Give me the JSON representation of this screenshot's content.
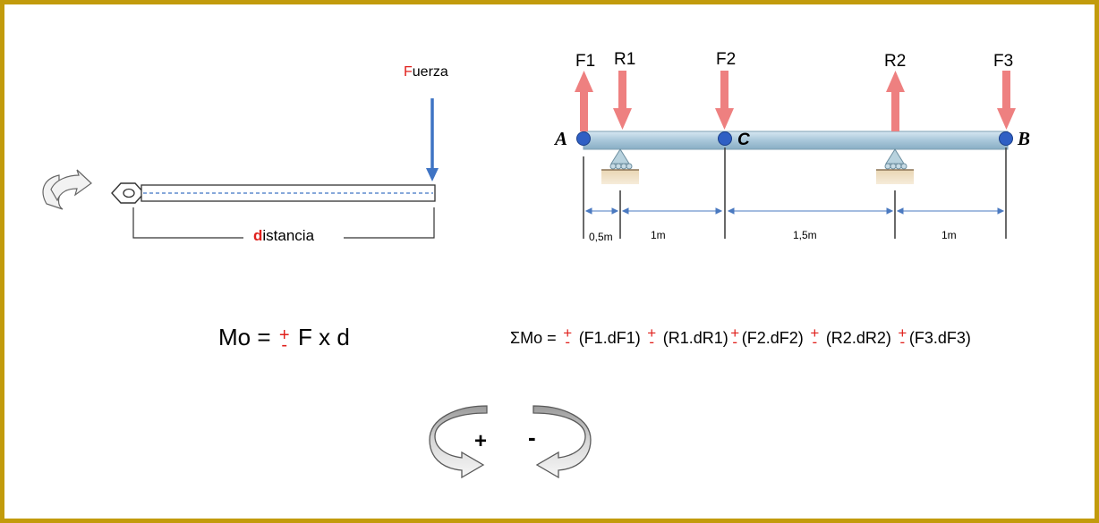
{
  "left_diagram": {
    "force_label_first": "F",
    "force_label_rest": "uerza",
    "distance_label_first": "d",
    "distance_label_rest": "istancia"
  },
  "beam": {
    "forces": [
      "F1",
      "R1",
      "F2",
      "R2",
      "F3"
    ],
    "points": {
      "a": "A",
      "c": "C",
      "b": "B"
    },
    "distances": [
      "0,5m",
      "1m",
      "1,5m",
      "1m"
    ]
  },
  "formula_single": {
    "lhs": "Mo =",
    "plus": "+",
    "minus": "-",
    "rhs": "F x d"
  },
  "formula_sum": {
    "lhs": "ΣMo =",
    "plus": "+",
    "minus": "-",
    "terms": [
      "(F1.dF1)",
      "(R1.dR1)",
      "(F2.dF2)",
      "(R2.dR2)",
      "(F3.dF3)"
    ]
  },
  "sign_convention": {
    "positive": "+",
    "negative": "-"
  },
  "colors": {
    "frame": "#c29b0c",
    "force_arrow_blue": "#3f74c4",
    "force_arrow_red": "#ee8080",
    "highlight_red": "#e0201c",
    "node_blue": "#2f5fc4"
  }
}
